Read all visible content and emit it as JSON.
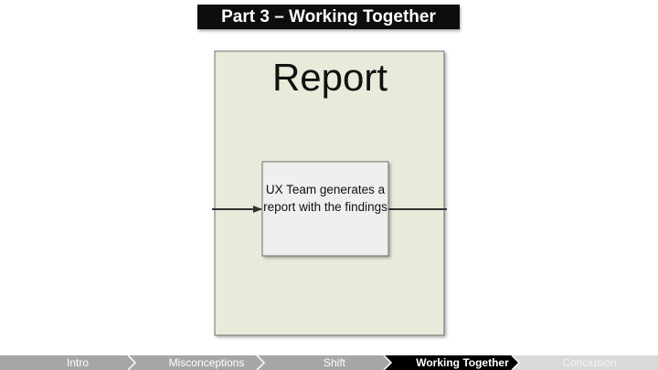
{
  "slide": {
    "title": "Part 3 – Working Together"
  },
  "diagram": {
    "stage_label": "Report",
    "process_text": "UX Team generates a report with the findings",
    "colors": {
      "stage_fill": "#e6ecd9",
      "stage_border": "#6e6e6e",
      "box_fill": "#efefef",
      "arrow": "#333333"
    }
  },
  "nav": {
    "items": [
      {
        "label": "Intro",
        "state": "past"
      },
      {
        "label": "Misconceptions",
        "state": "past"
      },
      {
        "label": "Shift",
        "state": "past"
      },
      {
        "label": "Working Together",
        "state": "active"
      },
      {
        "label": "Conclusion",
        "state": "future"
      }
    ],
    "colors": {
      "past": "#a6a6a6",
      "active": "#000000",
      "future": "#d9d9d9"
    }
  }
}
